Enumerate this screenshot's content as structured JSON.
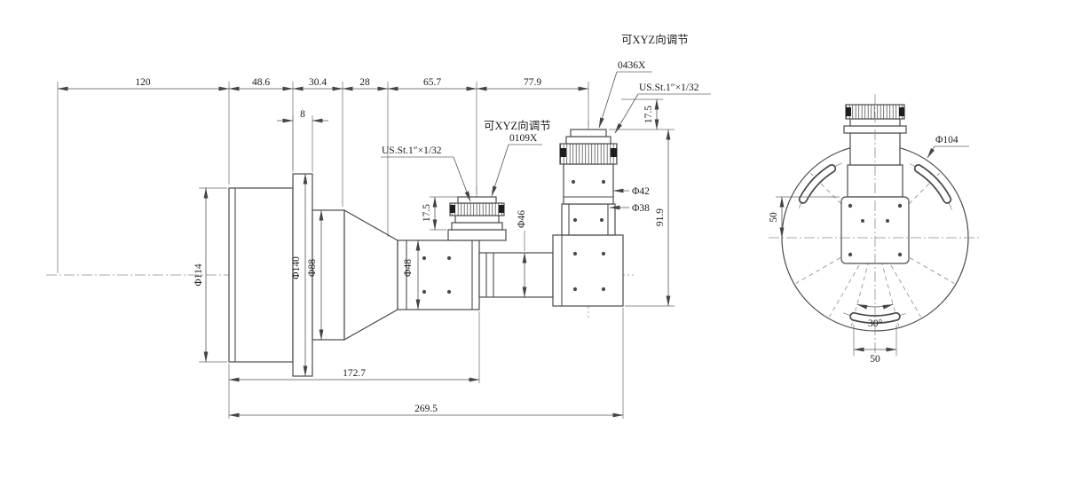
{
  "drawing": {
    "notes": {
      "adjust_top": "可XYZ向调节",
      "adjust_mid": "可XYZ向调节",
      "part_top": "0436X",
      "part_mid": "0109X",
      "thread_top": "US.St.1″×1/32",
      "thread_mid": "US.St.1″×1/32"
    },
    "dims": {
      "len_120": "120",
      "len_48_6": "48.6",
      "len_30_4": "30.4",
      "len_28": "28",
      "len_65_7": "65.7",
      "len_77_9": "77.9",
      "len_8": "8",
      "h_17_5_mid": "17.5",
      "h_17_5_top": "17.5",
      "h_91_9": "91.9",
      "len_172_7": "172.7",
      "len_269_5": "269.5",
      "dia_114": "Φ114",
      "dia_140": "Φ140",
      "dia_88": "Φ88",
      "dia_48": "Φ48",
      "dia_46": "Φ46",
      "dia_42": "Φ42",
      "dia_38": "Φ38",
      "dia_104": "Φ104",
      "dist_50_v": "50",
      "dist_50_h": "50",
      "ang_30": "30°"
    },
    "colors": {
      "line": "#4a4a4a",
      "centerline": "#8a8a8a",
      "background": "#ffffff"
    }
  }
}
